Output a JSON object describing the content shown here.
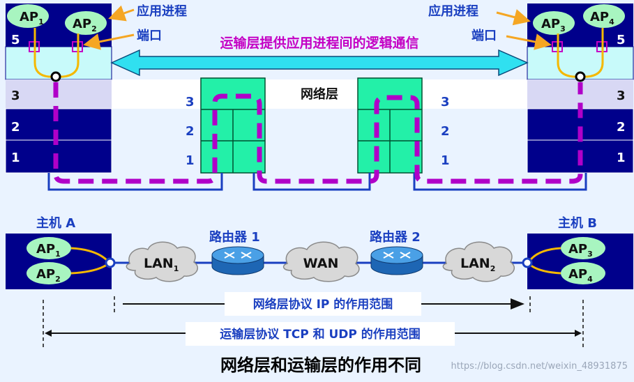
{
  "hostA_stack": {
    "ap1": "AP",
    "ap1_sub": "1",
    "ap2": "AP",
    "ap2_sub": "2",
    "layer5": "5",
    "layer3": "3",
    "layer2": "2",
    "layer1": "1"
  },
  "hostB_stack": {
    "ap3": "AP",
    "ap3_sub": "3",
    "ap4": "AP",
    "ap4_sub": "4",
    "layer5": "5",
    "layer3": "3",
    "layer2": "2",
    "layer1": "1"
  },
  "labels": {
    "app_process_left": "应用进程",
    "port_left": "端口",
    "app_process_right": "应用进程",
    "port_right": "端口",
    "transport_comm": "运输层提供应用进程间的逻辑通信",
    "network_layer": "网络层",
    "router_layers": [
      "3",
      "2",
      "1"
    ]
  },
  "network": {
    "host_a": "主机 A",
    "host_b": "主机 B",
    "router1": "路由器 1",
    "router2": "路由器 2",
    "lan1": "LAN",
    "lan1_sub": "1",
    "wan": "WAN",
    "lan2": "LAN",
    "lan2_sub": "2",
    "ap1": "AP",
    "ap1_sub": "1",
    "ap2": "AP",
    "ap2_sub": "2",
    "ap3": "AP",
    "ap3_sub": "3",
    "ap4": "AP",
    "ap4_sub": "4"
  },
  "scopes": {
    "ip_scope": "网络层协议 IP 的作用范围",
    "transport_scope": "运输层协议 TCP 和 UDP 的作用范围"
  },
  "caption": "网络层和运输层的作用不同",
  "watermark": "https://blog.csdn.net/weixin_48931875",
  "colors": {
    "layer_blue": "#00008b",
    "transport_cyan": "#c8fafa",
    "network_band": "#d8d8f4",
    "router_green": "#23f0a8",
    "ap_green": "#a8f5c0",
    "path_magenta": "#b000c8",
    "arrow_cyan": "#30e0f0",
    "text_blue": "#1a3fc0"
  }
}
